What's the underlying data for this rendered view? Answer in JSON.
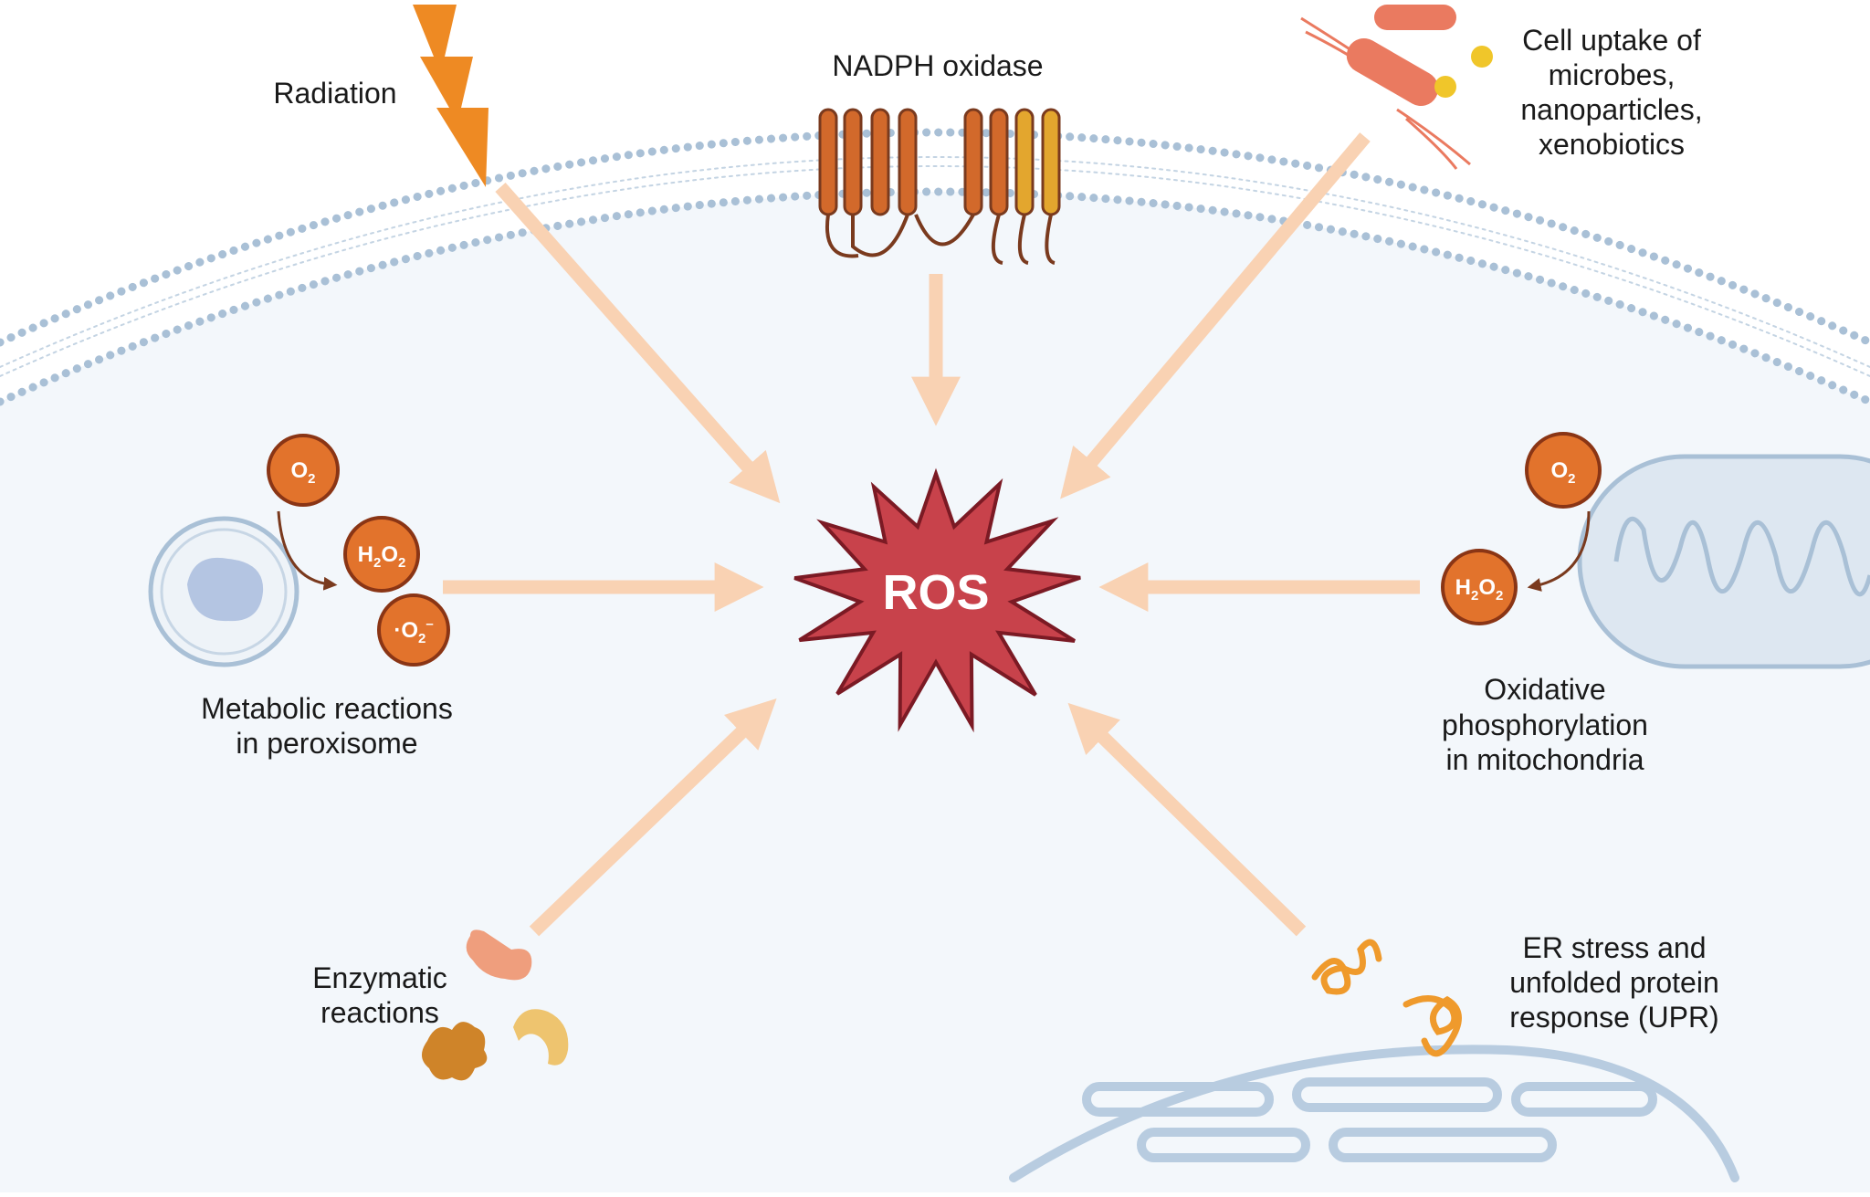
{
  "center": {
    "label": "ROS",
    "color": "#c8424b"
  },
  "sources": {
    "radiation": {
      "label": "Radiation"
    },
    "nadph": {
      "label": "NADPH oxidase"
    },
    "uptake": {
      "lines": [
        "Cell uptake of",
        "microbes,",
        "nanoparticles,",
        "xenobiotics"
      ]
    },
    "peroxisome": {
      "lines": [
        "Metabolic reactions",
        "in peroxisome"
      ]
    },
    "mitochondria": {
      "lines": [
        "Oxidative",
        "phosphorylation",
        "in mitochondria"
      ]
    },
    "enzymatic": {
      "lines": [
        "Enzymatic",
        "reactions"
      ]
    },
    "er": {
      "lines": [
        "ER stress and",
        "unfolded protein",
        "response (UPR)"
      ]
    }
  },
  "molecules": {
    "o2_left": {
      "main": "O",
      "sub": "2"
    },
    "h2o2_left": {
      "a": "H",
      "a_sub": "2",
      "b": "O",
      "b_sub": "2"
    },
    "superoxide": {
      "pre": "·",
      "main": "O",
      "sub": "2",
      "sup": "–"
    },
    "o2_right": {
      "main": "O",
      "sub": "2"
    },
    "h2o2_right": {
      "a": "H",
      "a_sub": "2",
      "b": "O",
      "b_sub": "2"
    }
  },
  "colors": {
    "arrow": "#f9d2b3",
    "membrane": "#a9c0d6",
    "cell": "#f3f7fb",
    "molecule": "#e2732c",
    "bolt": "#ee8a23"
  }
}
